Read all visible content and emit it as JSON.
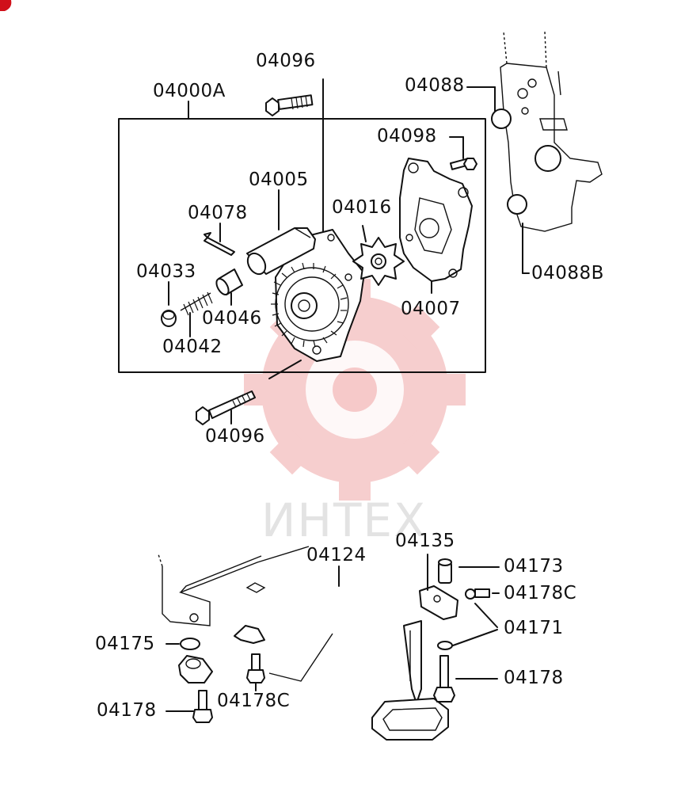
{
  "watermark": {
    "text": "ИНТЕХ",
    "color": "#f5c6c6"
  },
  "callouts": {
    "c04096_top": "04096",
    "c04000A": "04000A",
    "c04088": "04088",
    "c04098": "04098",
    "c04005": "04005",
    "c04016": "04016",
    "c04078": "04078",
    "c04033": "04033",
    "c04046": "04046",
    "c04042": "04042",
    "c04007": "04007",
    "c04088B": "04088B",
    "c04096_bottom": "04096",
    "c04135": "04135",
    "c04124": "04124",
    "c04173": "04173",
    "c04178C_right": "04178C",
    "c04171": "04171",
    "c04175": "04175",
    "c04178_right": "04178",
    "c04178_left": "04178",
    "c04178C_left": "04178C"
  }
}
